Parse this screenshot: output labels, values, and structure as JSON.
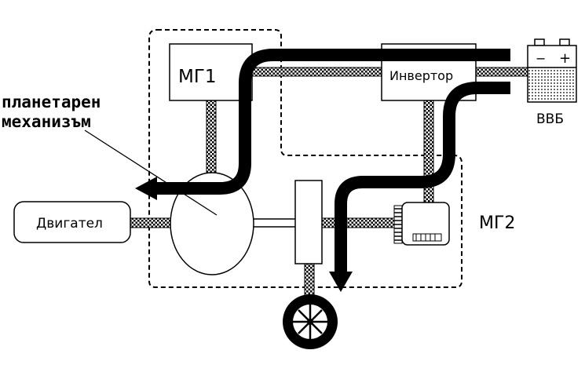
{
  "labels": {
    "mg1": "МГ1",
    "inverter": "Инвертор",
    "battery": "ВВБ",
    "battery_minus": "−",
    "battery_plus": "+",
    "engine": "Двигател",
    "mg2": "МГ2",
    "planetary_line1": "планетарен",
    "planetary_line2": "механизъм"
  }
}
